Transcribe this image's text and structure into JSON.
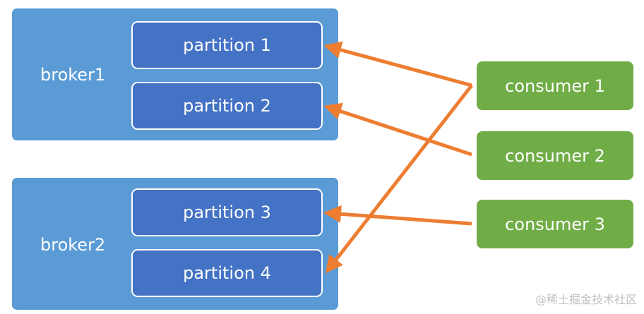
{
  "brokers": [
    {
      "label": "broker1"
    },
    {
      "label": "broker2"
    }
  ],
  "partitions": [
    {
      "label": "partition 1"
    },
    {
      "label": "partition 2"
    },
    {
      "label": "partition 3"
    },
    {
      "label": "partition 4"
    }
  ],
  "consumers": [
    {
      "label": "consumer 1"
    },
    {
      "label": "consumer 2"
    },
    {
      "label": "consumer 3"
    }
  ],
  "colors": {
    "broker": "#5b9bd5",
    "partition": "#4472c4",
    "consumer": "#70ad47",
    "arrow": "#ed7d31"
  },
  "watermark": "@稀土掘金技术社区"
}
